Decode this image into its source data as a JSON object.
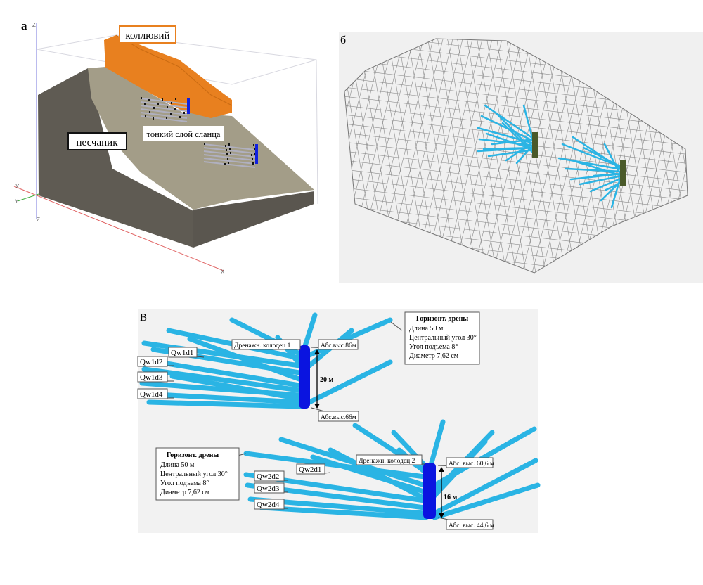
{
  "panel_a": {
    "letter": "a",
    "labels": {
      "colluvium": "коллювий",
      "sandstone": "песчаник",
      "shale": "тонкий слой сланца"
    },
    "axes": {
      "z_top": "Z",
      "z_bottom": "Z",
      "x_left": "X",
      "y_left": "Y",
      "x_right": "X"
    }
  },
  "panel_b": {
    "letter": "б"
  },
  "panel_c": {
    "letter": "В",
    "well1": {
      "label": "Дренажн. колодец 1",
      "top_elev": "Абс.выс.86м",
      "bottom_elev": "Абс.выс.66м",
      "height": "20 м",
      "drains": [
        "Qw1d1",
        "Qw1d2",
        "Qw1d3",
        "Qw1d4"
      ]
    },
    "well2": {
      "label": "Дренажн. колодец 2",
      "top_elev": "Абс. выс. 60,6 м",
      "bottom_elev": "Абс. выс. 44,6 м",
      "height": "16 м",
      "drains": [
        "Qw2d1",
        "Qw2d2",
        "Qw2d3",
        "Qw2d4"
      ]
    },
    "drain_info": {
      "title": "Горизонт. дрены",
      "length": "Длина 50 м",
      "central_angle": "Центральный угол 30°",
      "rise_angle": "Угол подъема 8°",
      "diameter": "Диаметр 7,62 см"
    }
  },
  "colors": {
    "colluvium": "#e8801f",
    "sandstone_top": "#a39d88",
    "sandstone_side": "#5f5b53",
    "drain": "#2ab4e4",
    "well": "#0a14e0"
  }
}
